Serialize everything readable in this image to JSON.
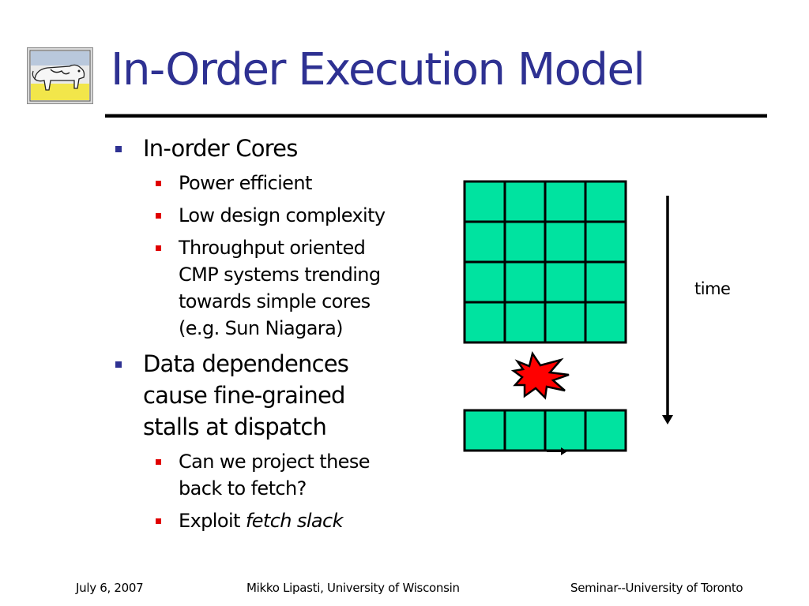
{
  "slide": {
    "title": "In-Order Execution Model",
    "bullets": [
      {
        "text": "In-order Cores",
        "sub": [
          "Power efficient",
          "Low design complexity"
        ],
        "sub_multiline": [
          "Throughput oriented",
          "CMP systems trending",
          "towards simple cores",
          "(e.g. Sun Niagara)"
        ]
      },
      {
        "lines": [
          "Data dependences",
          "cause fine-grained",
          "stalls at dispatch"
        ],
        "sub_multiline": [
          "Can we project these",
          "back to fetch?"
        ],
        "sub_last_plain": "Exploit ",
        "sub_last_italic": "fetch slack"
      }
    ],
    "diagram": {
      "time_label": "time",
      "grid_rows": 4,
      "grid_cols": 4,
      "bottom_cols": 4,
      "cell_color": "#00e3a0",
      "burst_color": "#ff0000"
    }
  },
  "footer": {
    "date": "July 6, 2007",
    "author": "Mikko Lipasti, University of Wisconsin",
    "venue": "Seminar--University of Toronto"
  },
  "colors": {
    "title": "#2e3192",
    "bullet_l1": "#2e3192",
    "bullet_l2": "#e00000"
  },
  "icons": {
    "logo": "cow-painting-logo-icon",
    "burst": "explosion-icon"
  }
}
